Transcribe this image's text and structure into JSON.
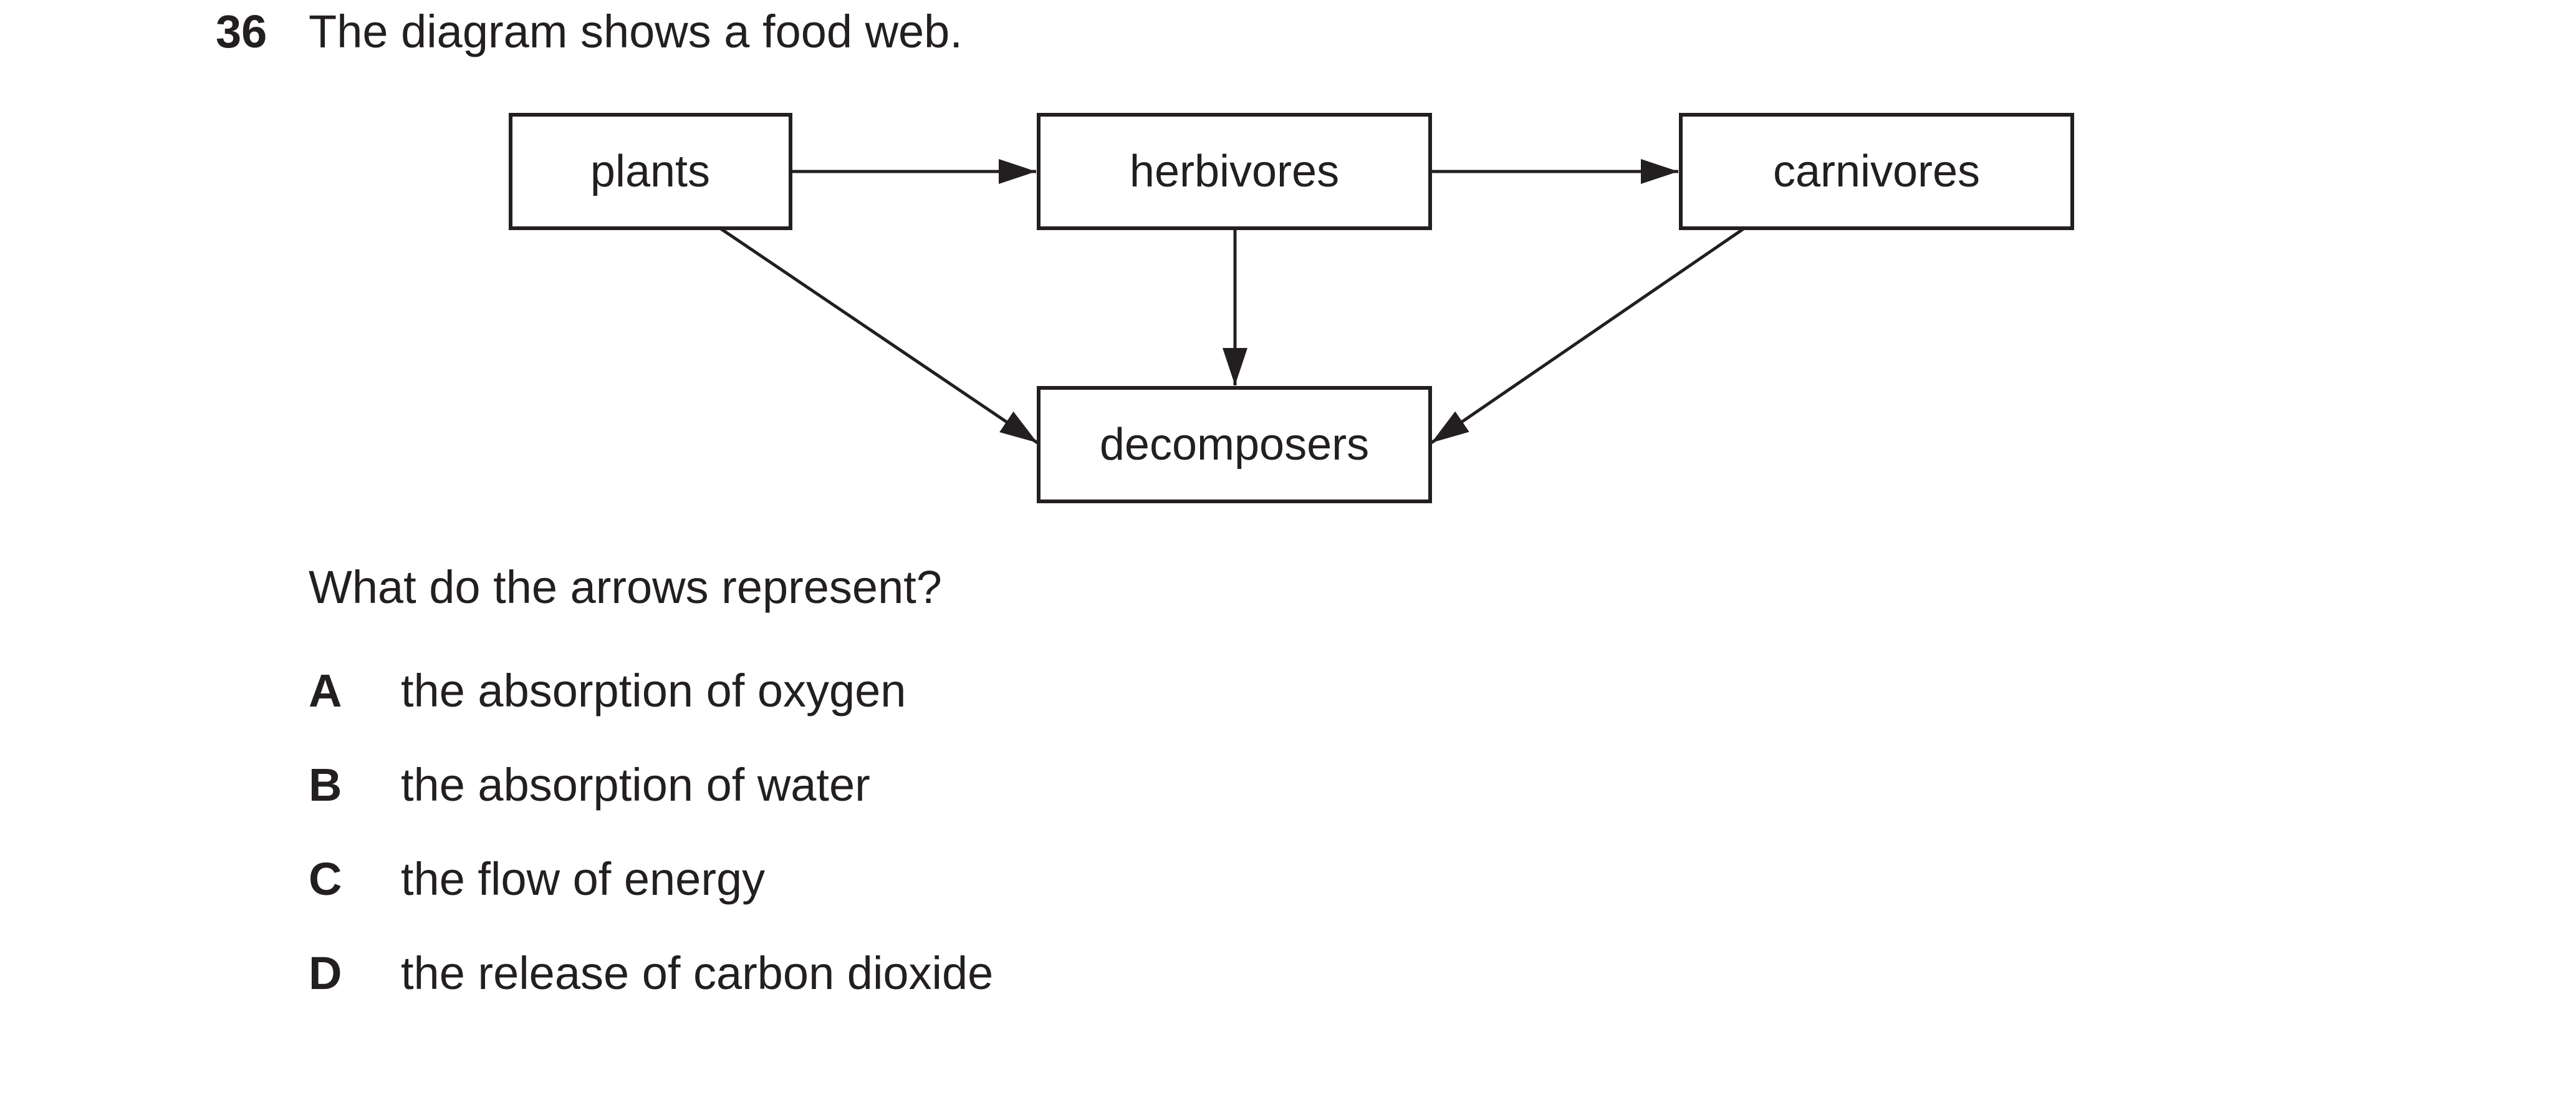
{
  "question": {
    "number": "36",
    "stem": "The diagram shows a food web.",
    "prompt": "What do the arrows represent?"
  },
  "diagram": {
    "nodes": {
      "plants": "plants",
      "herbivores": "herbivores",
      "carnivores": "carnivores",
      "decomposers": "decomposers"
    },
    "edges": [
      {
        "from": "plants",
        "to": "herbivores"
      },
      {
        "from": "herbivores",
        "to": "carnivores"
      },
      {
        "from": "plants",
        "to": "decomposers"
      },
      {
        "from": "herbivores",
        "to": "decomposers"
      },
      {
        "from": "carnivores",
        "to": "decomposers"
      }
    ]
  },
  "options": [
    {
      "letter": "A",
      "text": "the absorption of oxygen"
    },
    {
      "letter": "B",
      "text": "the absorption of water"
    },
    {
      "letter": "C",
      "text": "the flow of energy"
    },
    {
      "letter": "D",
      "text": "the release of carbon dioxide"
    }
  ]
}
